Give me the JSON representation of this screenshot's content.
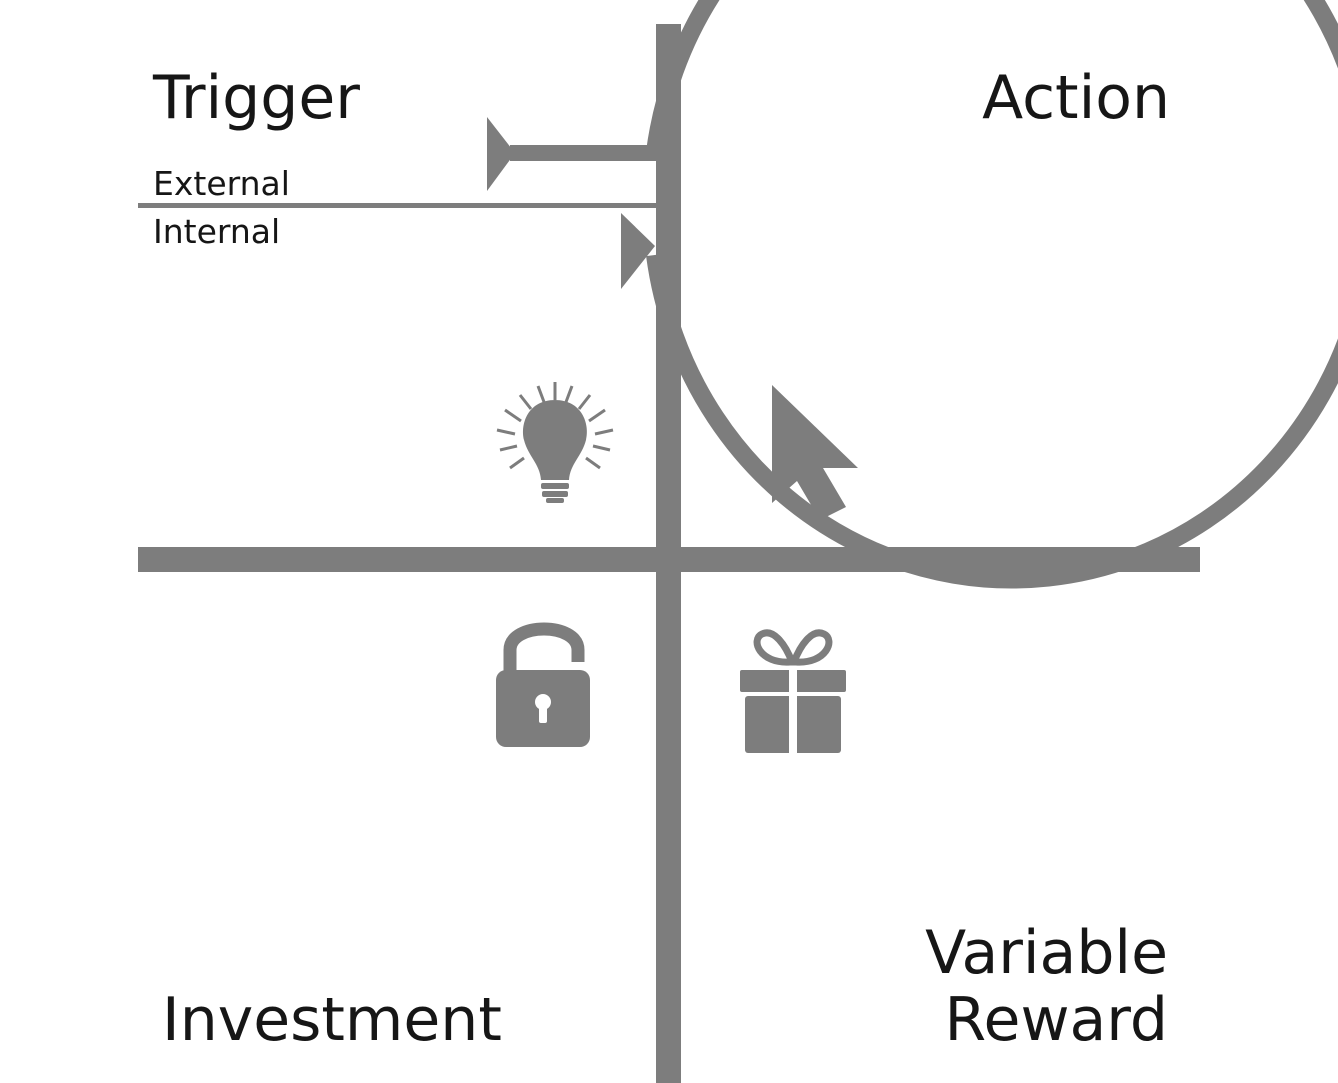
{
  "labels": {
    "trigger": "Trigger",
    "external": "External",
    "internal": "Internal",
    "action": "Action",
    "investment": "Investment",
    "variable_reward_line1": "Variable",
    "variable_reward_line2": "Reward"
  },
  "icons": {
    "trigger": "lightbulb-icon",
    "action": "cursor-icon",
    "investment": "unlocked-padlock-icon",
    "variable_reward": "gift-icon"
  },
  "colors": {
    "stroke": "#7d7d7d",
    "text": "#161616",
    "background": "#ffffff"
  }
}
